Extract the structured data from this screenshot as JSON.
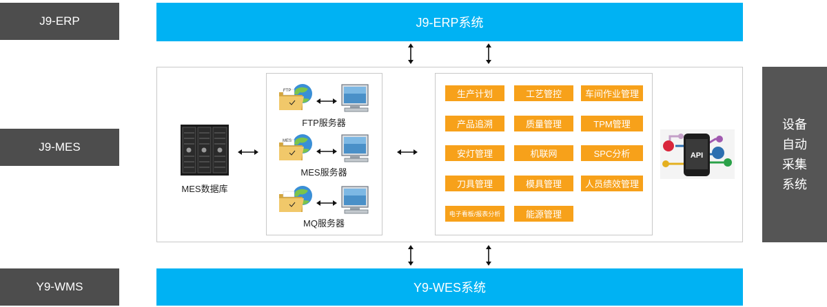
{
  "left_labels": {
    "erp": "J9-ERP",
    "mes": "J9-MES",
    "wms": "Y9-WMS"
  },
  "top_bar": "J9-ERP系统",
  "bottom_bar": "Y9-WES系统",
  "database": {
    "label": "MES数据库"
  },
  "servers": [
    {
      "label": "FTP服务器",
      "folder_tag": "FTP"
    },
    {
      "label": "MES服务器",
      "folder_tag": "MES"
    },
    {
      "label": "MQ服务器",
      "folder_tag": ""
    }
  ],
  "modules": [
    "生产计划",
    "工艺管控",
    "车间作业管理",
    "产品追溯",
    "质量管理",
    "TPM管理",
    "安灯管理",
    "机联网",
    "SPC分析",
    "刀具管理",
    "模具管理",
    "人员绩效管理",
    "电子看板/报表分析",
    "能源管理"
  ],
  "api_badge": "API",
  "side_panel": [
    "设备",
    "自动",
    "采集",
    "系统"
  ],
  "colors": {
    "gray": "#4d4d4d",
    "blue": "#00b2f3",
    "orange": "#f7a11a",
    "side": "#555555"
  }
}
